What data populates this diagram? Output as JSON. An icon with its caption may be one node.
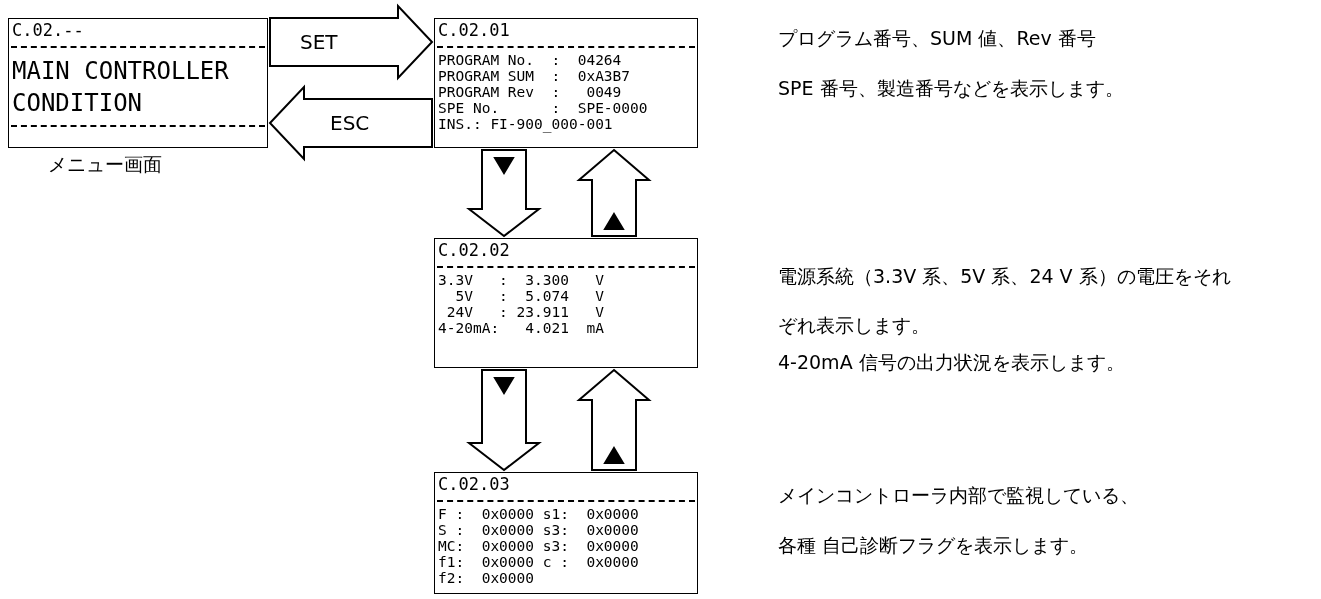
{
  "diagram": {
    "nodes": [
      {
        "text": [
          "C.02.--",
          "MAIN CONTROLLER CONDITION"
        ],
        "beside": [
          "メニュー画面"
        ]
      },
      {
        "text": [
          "C.02.01",
          "PROGRAM No.  :  04264",
          "PROGRAM SUM  :  0xA3B7",
          "PROGRAM Rev  :   0049",
          "SPE No.      :  SPE-0000",
          "INS.: FI-900_000-001"
        ],
        "beside": [
          "プログラム番号、SUM 値、Rev 番号",
          "SPE 番号、製造番号などを表示します。"
        ]
      },
      {
        "text": [
          "C.02.02",
          "3.3V   :  3.300   V",
          "  5V   :  5.074   V",
          " 24V   : 23.911   V",
          "4-20mA:   4.021  mA"
        ],
        "beside": [
          "電源系統（3.3V 系、5V 系、24 V 系）の電圧をそれぞれ表示します。",
          "4-20mA 信号の出力状況を表示します。"
        ]
      },
      {
        "text": [
          "C.02.03",
          "F :  0x0000 s1:  0x0000",
          "S :  0x0000 s3:  0x0000",
          "MC:  0x0000 s3:  0x0000",
          "f1:  0x0000 c :  0x0000",
          "f2:  0x0000"
        ],
        "beside": [
          "メインコントローラ内部で監視している、",
          "各種 自己診断フラグを表示します。"
        ]
      }
    ],
    "edges": [
      {
        "from": 0,
        "to": 1,
        "arrow": "to",
        "label": "SET"
      },
      {
        "from": 1,
        "to": 0,
        "arrow": "to",
        "label": "ESC"
      },
      {
        "from": 1,
        "to": 2,
        "arrow": "to"
      },
      {
        "from": 2,
        "to": 1,
        "arrow": "to"
      },
      {
        "from": 2,
        "to": 3,
        "arrow": "to"
      },
      {
        "from": 3,
        "to": 2,
        "arrow": "to"
      }
    ]
  }
}
